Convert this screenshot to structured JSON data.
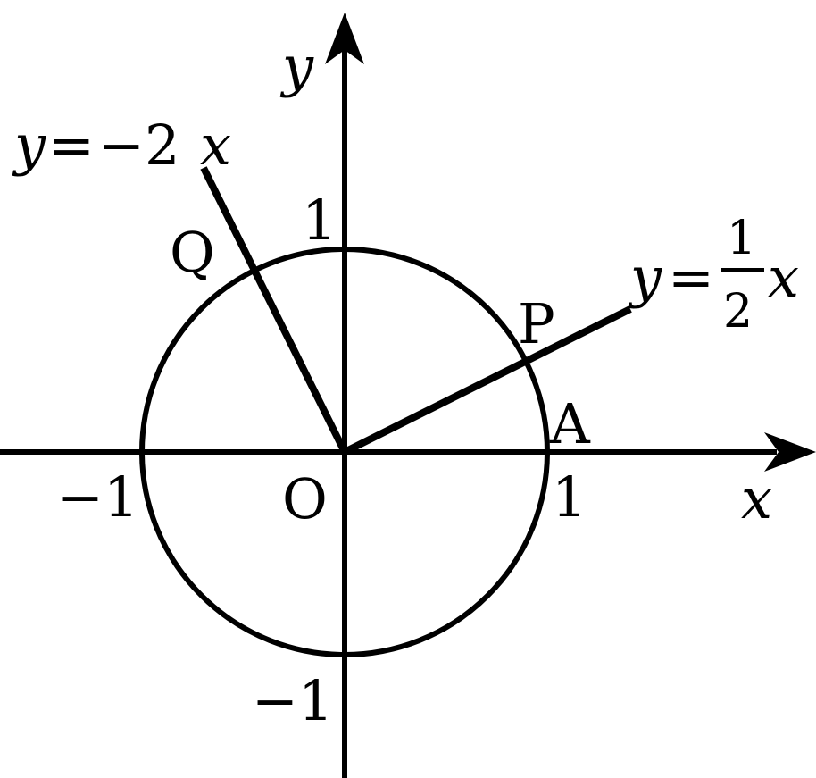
{
  "figure": {
    "axis_labels": {
      "x": "x",
      "y": "y"
    },
    "ticks": {
      "x_pos": "1",
      "x_neg": "−1",
      "y_pos": "1",
      "y_neg": "−1"
    },
    "origin_label": "O",
    "points": {
      "A": "A",
      "P": "P",
      "Q": "Q"
    },
    "line_q": {
      "lhs": "y",
      "eq": "=",
      "rhs": "−2",
      "var": "x",
      "slope": -2
    },
    "line_p": {
      "lhs": "y",
      "eq": "=",
      "num": "1",
      "den": "2",
      "var": "x",
      "slope": 0.5
    },
    "circle": {
      "radius": 1,
      "center": [
        0,
        0
      ]
    }
  }
}
